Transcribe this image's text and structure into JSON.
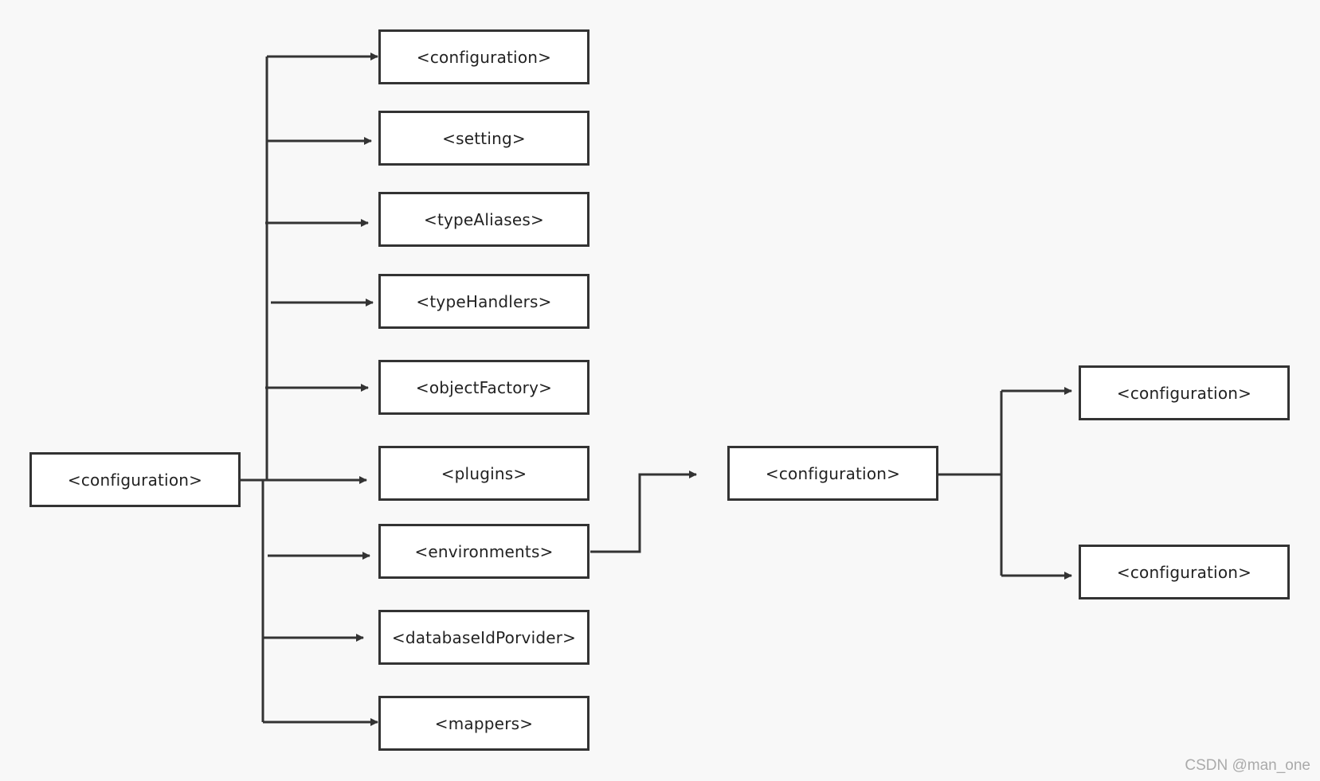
{
  "diagram": {
    "root": {
      "label": "<configuration>"
    },
    "children": [
      {
        "label": "<configuration>"
      },
      {
        "label": "<setting>"
      },
      {
        "label": "<typeAliases>"
      },
      {
        "label": "<typeHandlers>"
      },
      {
        "label": "<objectFactory>"
      },
      {
        "label": "<plugins>"
      },
      {
        "label": "<environments>"
      },
      {
        "label": "<databaseIdPorvider>"
      },
      {
        "label": "<mappers>"
      }
    ],
    "environment_node": {
      "label": "<configuration>"
    },
    "environment_children": [
      {
        "label": "<configuration>"
      },
      {
        "label": "<configuration>"
      }
    ]
  },
  "watermark": "CSDN @man_one",
  "colors": {
    "background": "#f8f8f8",
    "stroke": "#333333",
    "box_fill": "#ffffff",
    "watermark": "#aaaaaa"
  }
}
